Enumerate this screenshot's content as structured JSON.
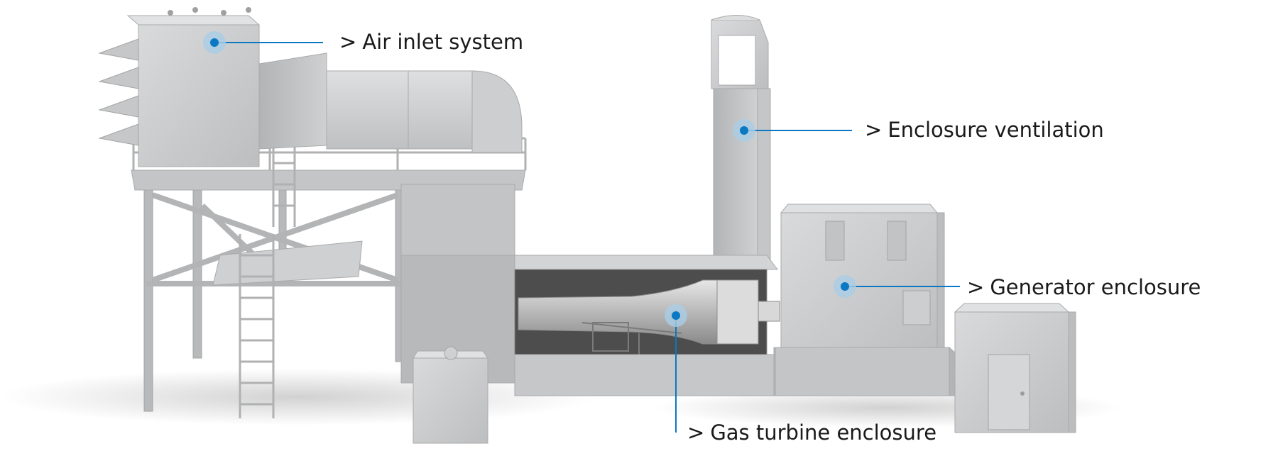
{
  "callouts": [
    {
      "id": "air-inlet",
      "label": "Air inlet system"
    },
    {
      "id": "enclosure-ventilation",
      "label": "Enclosure ventilation"
    },
    {
      "id": "generator-enclosure",
      "label": "Generator enclosure"
    },
    {
      "id": "gas-turbine-enclosure",
      "label": "Gas turbine enclosure"
    }
  ],
  "arrow_glyph": ">",
  "colors": {
    "accent": "#0a78c2",
    "hotspot_halo": "#a9cde6",
    "equipment": "#c9cacb"
  }
}
